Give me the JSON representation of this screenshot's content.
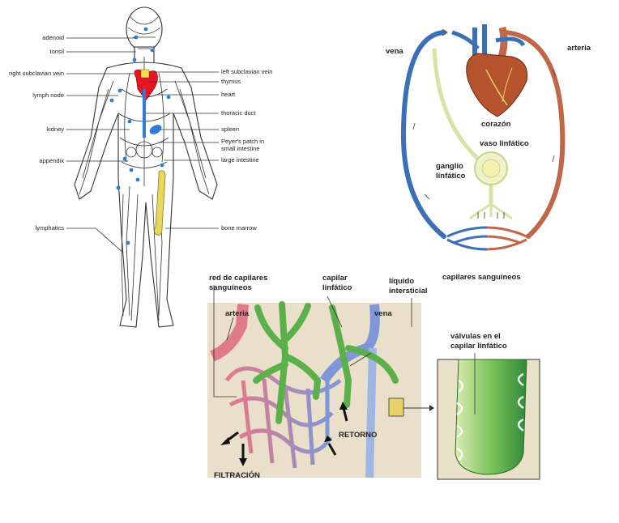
{
  "colors": {
    "vein": "#3b6fb6",
    "artery": "#c0674a",
    "heart": "#b5532f",
    "lymph": "#d8e2a4",
    "lymph_vessel_green": "#5bb04a",
    "capillary_red": "#e07a8a",
    "capillary_blue": "#7f97d6",
    "interstitial": "#eadfcb",
    "valve_box": "#e6d46a",
    "body_red": "#e8141e",
    "body_blue": "#2e7fd4",
    "marrow_yellow": "#e6d85a"
  },
  "body_diagram": {
    "left_labels": [
      "adenoid",
      "tonsil",
      "right subclavian vein",
      "lymph node",
      "kidney",
      "appendix",
      "lymphatics"
    ],
    "right_labels": [
      "left subclavian vein",
      "thymus",
      "heart",
      "thoracic duct",
      "spleen",
      "Peyer's patch in",
      "small intestine",
      "large intestine",
      "bone marrow"
    ]
  },
  "circulation_diagram": {
    "vein": "vena",
    "artery": "arteria",
    "heart": "corazón",
    "lymph_vessel": "vaso linfático",
    "lymph_node_line1": "ganglio",
    "lymph_node_line2": "linfático",
    "capillaries": "capilares sanguíneos"
  },
  "capillary_diagram": {
    "network_line1": "red de capilares",
    "network_line2": "sanguíneos",
    "lymph_cap_line1": "capilar",
    "lymph_cap_line2": "linfático",
    "fluid_line1": "líquido",
    "fluid_line2": "intersticial",
    "artery": "arteria",
    "vein": "vena",
    "return": "RETORNO",
    "filtration": "FILTRACIÓN",
    "valves_line1": "válvulas en el",
    "valves_line2": "capilar linfático"
  }
}
